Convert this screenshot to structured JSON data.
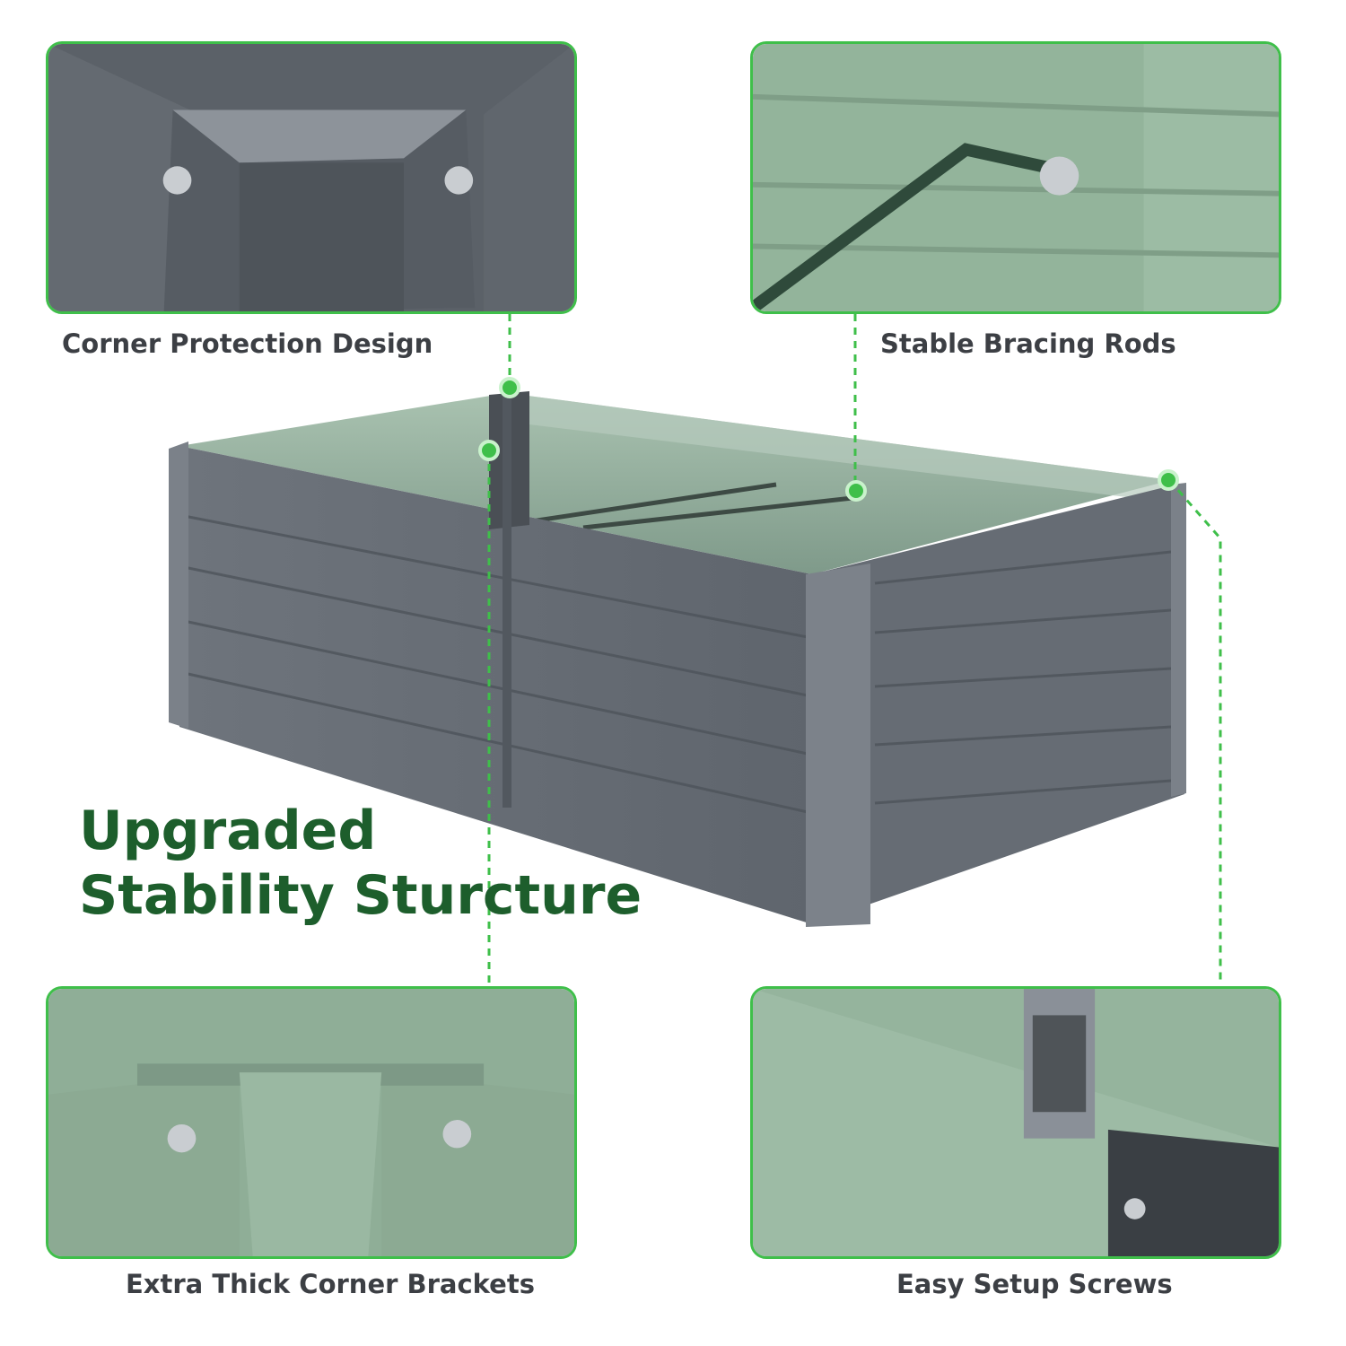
{
  "features": [
    {
      "caption": "Corner Protection Design"
    },
    {
      "caption": "Stable Bracing Rods"
    },
    {
      "caption": "Extra Thick Corner Brackets"
    },
    {
      "caption": "Easy Setup Screws"
    }
  ],
  "headline": {
    "line1": "Upgraded",
    "line2": "Stability Sturcture"
  },
  "colors": {
    "accent_green": "#3fbf4a",
    "headline_green": "#1d5e2c",
    "caption_gray": "#3c3f44",
    "bed_gray": "#6a7078"
  }
}
